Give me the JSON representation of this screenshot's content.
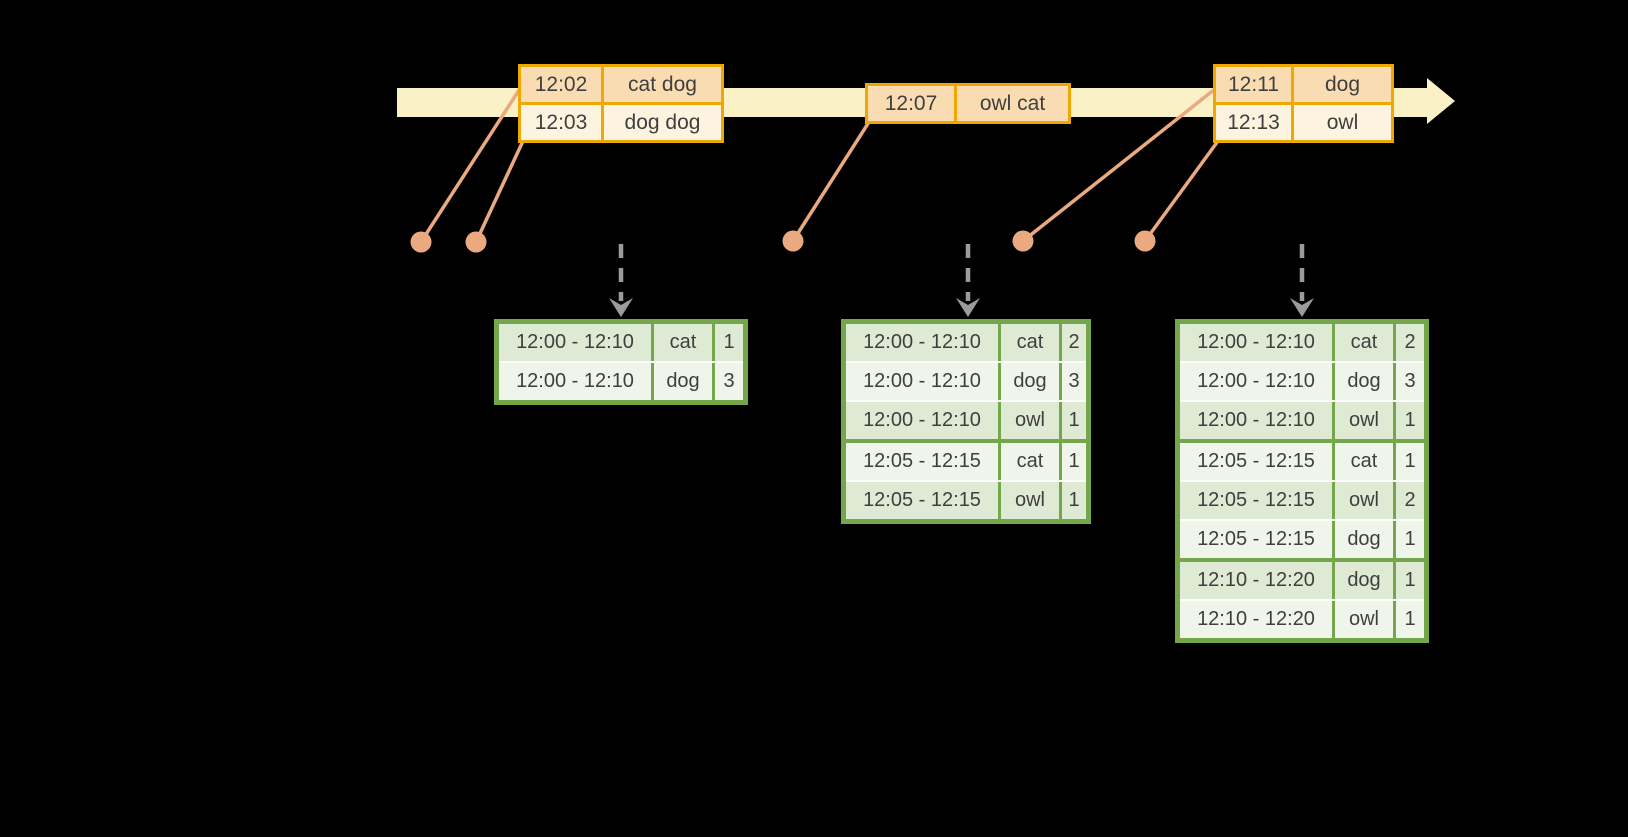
{
  "colors": {
    "background": "#000000",
    "timeline_fill": "#FBF1C6",
    "event_box_border": "#EFA802",
    "event_fill_dark": "#FADCB3",
    "event_fill_light": "#FCF4DF",
    "connector_and_dot": "#EBA980",
    "trigger_arrow_gray": "#9B9B9B",
    "table_border_green": "#74A74B",
    "table_row_odd": "#DEEAD4",
    "table_row_even": "#F0F5EC",
    "text": "#3F3F3F"
  },
  "timeline_events": [
    {
      "time": "12:02",
      "words": "cat dog"
    },
    {
      "time": "12:03",
      "words": "dog dog"
    },
    {
      "time": "12:07",
      "words": "owl cat"
    },
    {
      "time": "12:11",
      "words": "dog"
    },
    {
      "time": "12:13",
      "words": "owl"
    }
  ],
  "result_tables": [
    {
      "rows": [
        {
          "window": "12:00 - 12:10",
          "word": "cat",
          "count": "1"
        },
        {
          "window": "12:00 - 12:10",
          "word": "dog",
          "count": "3"
        }
      ],
      "group_breaks": []
    },
    {
      "rows": [
        {
          "window": "12:00 - 12:10",
          "word": "cat",
          "count": "2"
        },
        {
          "window": "12:00 - 12:10",
          "word": "dog",
          "count": "3"
        },
        {
          "window": "12:00 - 12:10",
          "word": "owl",
          "count": "1"
        },
        {
          "window": "12:05 - 12:15",
          "word": "cat",
          "count": "1"
        },
        {
          "window": "12:05 - 12:15",
          "word": "owl",
          "count": "1"
        }
      ],
      "group_breaks": [
        3
      ]
    },
    {
      "rows": [
        {
          "window": "12:00 - 12:10",
          "word": "cat",
          "count": "2"
        },
        {
          "window": "12:00 - 12:10",
          "word": "dog",
          "count": "3"
        },
        {
          "window": "12:00 - 12:10",
          "word": "owl",
          "count": "1"
        },
        {
          "window": "12:05 - 12:15",
          "word": "cat",
          "count": "1"
        },
        {
          "window": "12:05 - 12:15",
          "word": "owl",
          "count": "2"
        },
        {
          "window": "12:05 - 12:15",
          "word": "dog",
          "count": "1"
        },
        {
          "window": "12:10 - 12:20",
          "word": "dog",
          "count": "1"
        },
        {
          "window": "12:10 - 12:20",
          "word": "owl",
          "count": "1"
        }
      ],
      "group_breaks": [
        3,
        6
      ]
    }
  ]
}
